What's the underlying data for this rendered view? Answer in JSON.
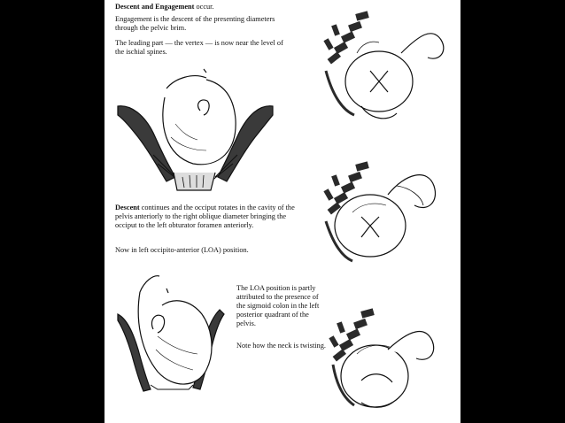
{
  "section1": {
    "heading_bold": "Descent and Engagement",
    "heading_rest": " occur.",
    "para1": "Engagement is the descent of the presenting diameters through the pelvic brim.",
    "para2": "The leading part — the vertex — is now near the level of the ischial spines."
  },
  "section2": {
    "para1_bold": "Descent",
    "para1_rest": " continues and the occiput rotates in the cavity of the pelvis anteriorly to the right oblique diameter bringing the occiput to the left obturator foramen anteriorly.",
    "para2": "Now in left occipito-anterior (LOA) position."
  },
  "section3": {
    "para1": "The LOA position is partly attributed to the presence of the sigmoid colon in the left posterior quadrant of the pelvis.",
    "para2": "Note how the neck is twisting."
  },
  "colors": {
    "background": "#000000",
    "page": "#ffffff",
    "ink": "#111111",
    "bone": "#2a2a2a"
  }
}
